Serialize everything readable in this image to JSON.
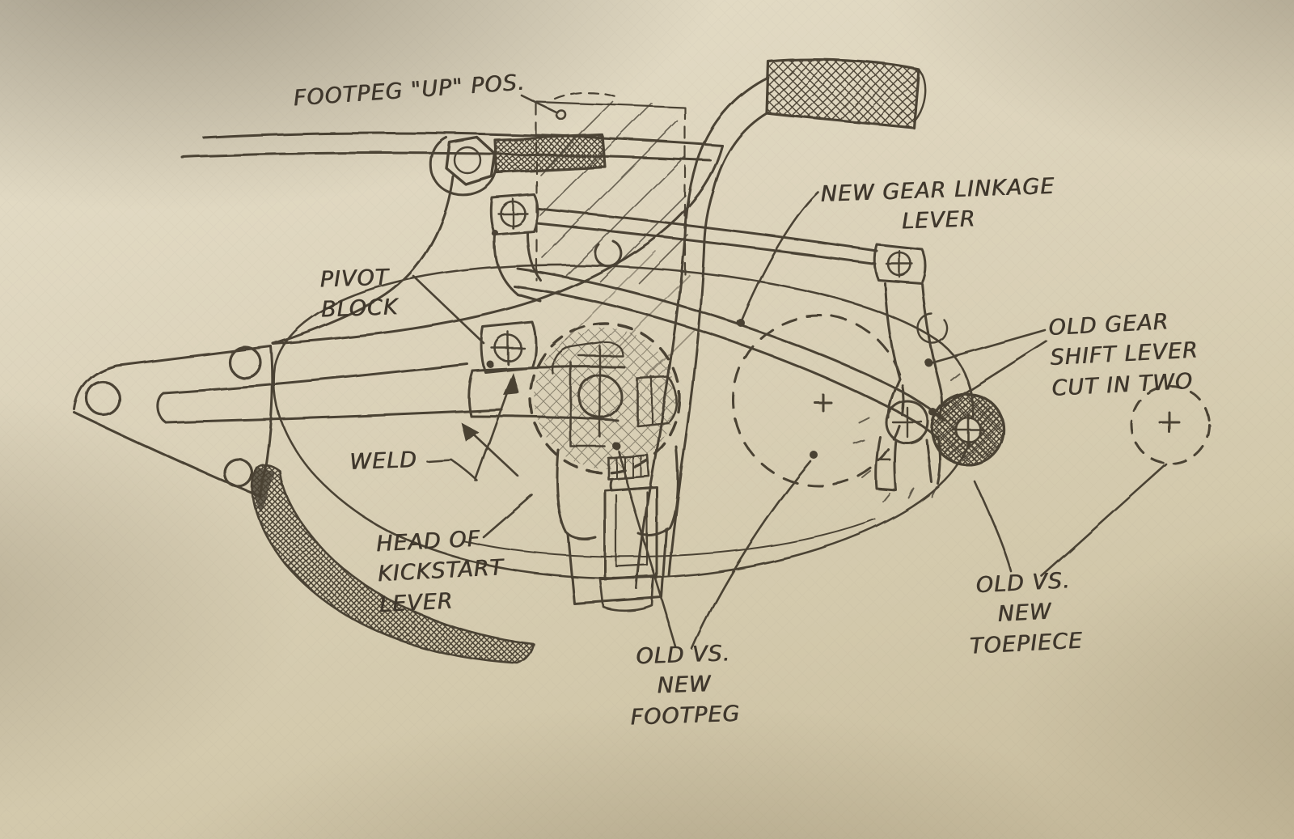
{
  "page": {
    "title": "Hand-drawn motorcycle footpeg and gear linkage modification sketch"
  },
  "canvas": {
    "paper_color": "#d7ceb4",
    "ink_color": "#3f372c"
  },
  "annotations": {
    "footpeg_up_pos": {
      "text": "FOOTPEG \"UP\" POS.",
      "target": "footpeg-up-ghost-outline"
    },
    "new_gear_linkage_lever": {
      "text": "NEW GEAR LINKAGE\nLEVER",
      "target": "new-gear-linkage-lever"
    },
    "pivot_block": {
      "text": "PIVOT\nBLOCK",
      "target": "pivot-block"
    },
    "old_gear_shift_lever": {
      "text": "OLD GEAR\nSHIFT LEVER\nCUT IN TWO",
      "target": "old-gear-shift-lever"
    },
    "weld": {
      "text": "WELD",
      "target": "weld-joints"
    },
    "head_of_kickstart": {
      "text": "HEAD OF\nKICKSTART\nLEVER",
      "target": "engine-case-outline"
    },
    "old_vs_new_footpeg": {
      "text": "OLD VS.\nNEW\nFOOTPEG",
      "target": "old-footpeg-dashed-outline / new-footpeg"
    },
    "old_vs_new_toepiece": {
      "text": "OLD VS.\nNEW\nTOEPIECE",
      "target": "old-toepiece-dashed-outline / new-toepiece"
    }
  },
  "parts": [
    "frame-tube",
    "footpeg-up-hatched",
    "footpeg-up-ghost-outline",
    "kickstart-lever-grip",
    "kickstart-lever-shaft",
    "engine-case-outline",
    "mounting-plate",
    "lever-arm",
    "frame-crescent-section",
    "pivot-block",
    "linkage-rod",
    "rod-clamp",
    "old-gear-shift-lever",
    "lever-clamp",
    "new-toepiece",
    "old-footpeg-dashed-outline",
    "new-footpeg",
    "new-gear-linkage-lever",
    "old-toepiece-dashed-outline",
    "old-position-cross-marks",
    "weld-joints"
  ]
}
